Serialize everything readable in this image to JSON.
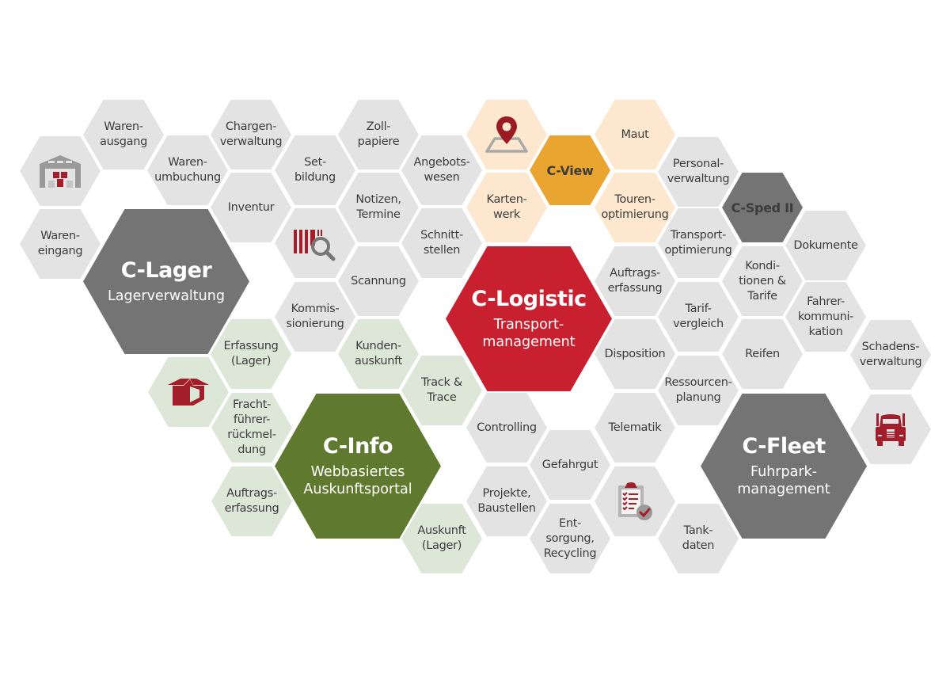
{
  "colors": {
    "module_grey": "#747474",
    "logistic_red": "#c8202f",
    "info_green": "#5f7a2f",
    "view_orange": "#eaa530",
    "feature_grey": "#e3e3e3",
    "feature_green": "#dde7d8",
    "feature_peach": "#fde8cf",
    "icon_red": "#9b1b25"
  },
  "modules": {
    "lager": {
      "title": "C-Lager",
      "subtitle": "Lagerverwaltung"
    },
    "logistic": {
      "title": "C-Logistic",
      "subtitle": "Transport-\nmanagement"
    },
    "info": {
      "title": "C-Info",
      "subtitle": "Webbasiertes\nAuskunftsportal"
    },
    "fleet": {
      "title": "C-Fleet",
      "subtitle": "Fuhrpark-\nmanagement"
    },
    "view": {
      "title": "C-View"
    },
    "sped": {
      "title": "C-Sped II"
    }
  },
  "features": {
    "warenausgang": "Waren-\nausgang",
    "wareneingang": "Waren-\neingang",
    "warenumbuchung": "Waren-\numbuchung",
    "chargenverwaltung": "Chargen-\nverwaltung",
    "inventur": "Inventur",
    "setbildung": "Set-\nbildung",
    "kommissionierung": "Kommis-\nsionierung",
    "zollpapiere": "Zoll-\npapiere",
    "notizen": "Notizen,\nTermine",
    "scannung": "Scannung",
    "angebotswesen": "Angebots-\nwesen",
    "schnittstellen": "Schnitt-\nstellen",
    "kartenwerk": "Karten-\nwerk",
    "maut": "Maut",
    "tourenoptimierung": "Touren-\noptimierung",
    "personalverwaltung": "Personal-\nverwaltung",
    "transportoptimierung": "Transport-\noptimierung",
    "auftragserfassung_logistic": "Auftrags-\nerfassung",
    "tarifvergleich": "Tarif-\nvergleich",
    "disposition": "Disposition",
    "ressourcenplanung": "Ressourcen-\nplanung",
    "telematik": "Telematik",
    "dokumente": "Dokumente",
    "konditionen": "Kondi-\ntionen &\nTarife",
    "fahrerkommunikation": "Fahrer-\nkommuni-\nkation",
    "reifen": "Reifen",
    "schadensverwaltung": "Schadens-\nverwaltung",
    "tankdaten": "Tank-\ndaten",
    "erfassung_lager": "Erfassung\n(Lager)",
    "kundenauskunft": "Kunden-\nauskunft",
    "track_trace": "Track &\nTrace",
    "frachtfuehrer": "Fracht-\nführer-\nrückmel-\ndung",
    "auftragserfassung_info": "Auftrags-\nerfassung",
    "auskunft_lager": "Auskunft\n(Lager)",
    "controlling": "Controlling",
    "gefahrgut": "Gefahrgut",
    "projekte": "Projekte,\nBaustellen",
    "entsorgung": "Ent-\nsorgung,\nRecycling"
  },
  "icons": {
    "warehouse": "warehouse-icon",
    "barcode": "barcode-search-icon",
    "map": "map-pin-icon",
    "box": "open-box-icon",
    "clipboard": "clipboard-checklist-icon",
    "truck": "truck-icon"
  }
}
